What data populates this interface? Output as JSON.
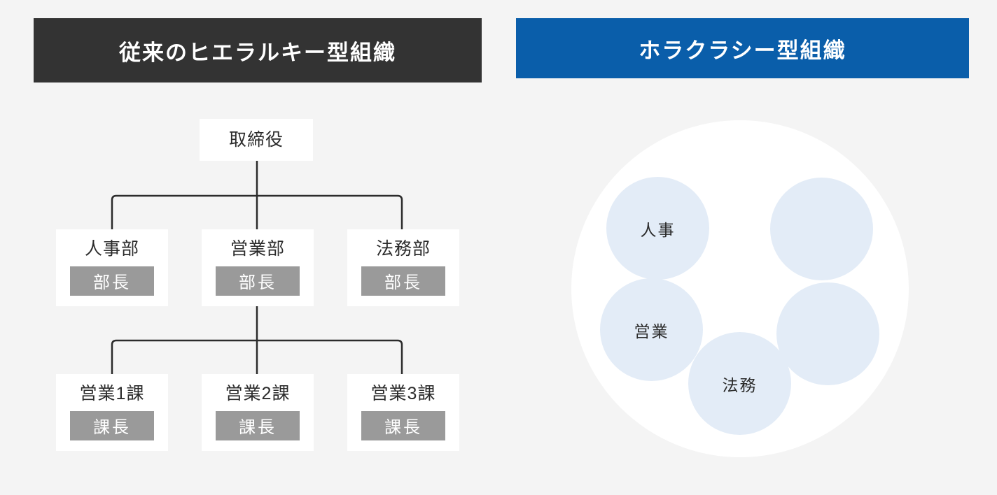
{
  "panels": {
    "hierarchy": {
      "header": "従来のヒエラルキー型組織",
      "header_bg": "#333333",
      "header_color": "#ffffff",
      "nodes": {
        "root": {
          "title": "取締役"
        },
        "level2": [
          {
            "title": "人事部",
            "badge": "部長"
          },
          {
            "title": "営業部",
            "badge": "部長"
          },
          {
            "title": "法務部",
            "badge": "部長"
          }
        ],
        "level3": [
          {
            "title": "営業1課",
            "badge": "課長"
          },
          {
            "title": "営業2課",
            "badge": "課長"
          },
          {
            "title": "営業3課",
            "badge": "課長"
          }
        ]
      },
      "colors": {
        "box_bg": "#ffffff",
        "badge_bg": "#9a9a9a",
        "badge_text": "#ffffff",
        "line": "#2b2b2b",
        "title_text": "#2b2b2b"
      }
    },
    "holacracy": {
      "header": "ホラクラシー型組織",
      "header_bg": "#0a5eaa",
      "header_color": "#ffffff",
      "outer_circle_color": "#ffffff",
      "circle_color": "#e3ecf7",
      "circles": [
        {
          "label": "人事"
        },
        {
          "label": ""
        },
        {
          "label": "営業"
        },
        {
          "label": ""
        },
        {
          "label": "法務"
        }
      ]
    }
  },
  "background": "#f4f4f4"
}
